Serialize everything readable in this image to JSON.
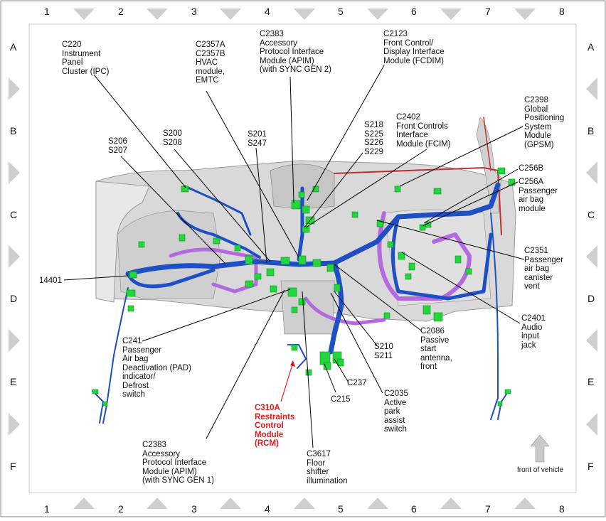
{
  "grid": {
    "columns": [
      "1",
      "2",
      "3",
      "4",
      "5",
      "6",
      "7",
      "8"
    ],
    "rows": [
      "A",
      "B",
      "C",
      "D",
      "E",
      "F"
    ]
  },
  "labels": {
    "c220": "C220\nInstrument\nPanel\nCluster (IPC)",
    "c2357": "C2357A\nC2357B\nHVAC\nmodule,\nEMTC",
    "c2383_gen2": "C2383\nAccessory\nProtocol Interface\nModule (APIM)\n(with SYNC GEN 2)",
    "c2123": "C2123\nFront Control/\nDisplay Interface\nModule (FCDIM)",
    "c2398": "C2398\nGlobal\nPositioning\nSystem\nModule\n(GPSM)",
    "s206_s207": "S206\nS207",
    "s200_s208": "S200\nS208",
    "s201_s247": "S201\nS247",
    "s218_s229": "S218\nS225\nS226\nS229",
    "c2402": "C2402\nFront Controls\nInterface\nModule (FCIM)",
    "c256b": "C256B",
    "c256a": "C256A\nPassenger\nair bag\nmodule",
    "c2351": "C2351\nPassenger\nair bag\ncanister\nvent",
    "l14401": "14401",
    "c2401": "C2401\nAudio\ninput\njack",
    "c241": "C241\nPassenger\nAir bag\nDeactivation (PAD)\nindicator/\nDefrost\nswitch",
    "c2086": "C2086\nPassive\nstart\nantenna,\nfront",
    "s210_s211": "S210\nS211",
    "c237": "C237",
    "c215": "C215",
    "c2035": "C2035\nActive\npark\nassist\nswitch",
    "c310a": "C310A\nRestraints\nControl\nModule\n(RCM)",
    "c2383_gen1": "C2383\nAccessory\nProtocol Interface\nModule (APIM)\n(with SYNC GEN 1)",
    "c3617": "C3617\nFloor\nshifter\nillumination",
    "front_of_vehicle": "front of vehicle"
  },
  "colors": {
    "harness_blue": "#1f4fc4",
    "harness_purple": "#b469e0",
    "harness_red": "#c03030",
    "connector_green": "#22d63c",
    "highlight_red": "#e01b1b",
    "dash_gray": "#d4d4d4",
    "triangle_gray": "#cfcfcf",
    "arrow_gray": "#c9c9c9"
  },
  "icons": {
    "front_arrow": "up-arrow-icon"
  }
}
